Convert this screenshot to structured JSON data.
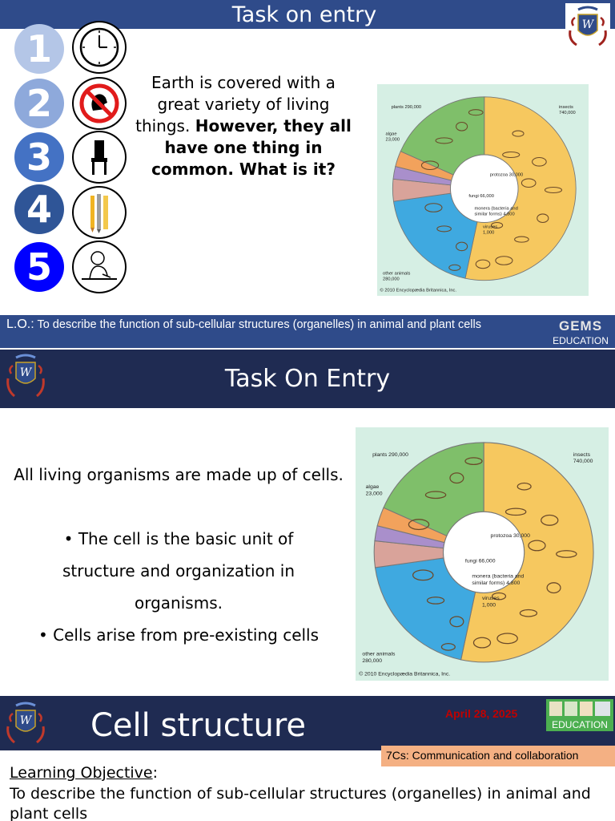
{
  "slide1": {
    "title": "Task on entry",
    "numbers": [
      "1",
      "2",
      "3",
      "4",
      "5"
    ],
    "number_colors": [
      "#b4c6e7",
      "#8ea9db",
      "#4472c4",
      "#2f5597",
      "#0000ff"
    ],
    "icons": [
      "clock-icon",
      "no-talking-icon",
      "chair-icon",
      "pencils-icon",
      "student-writing-icon"
    ],
    "question_plain": "Earth is covered with a great variety of living things.",
    "question_bold": "However, they all have one thing in common. What is it?",
    "lo_prefix": "L.O.:",
    "lo_text": "To describe the function of sub-cellular structures (organelles)  in animal and plant cells",
    "gems_text": "GEMS",
    "gems_sub": "EDUCATION"
  },
  "wheel": {
    "labels": {
      "plants": "plants 290,000",
      "algae_name": "algae",
      "algae_count": "23,000",
      "insects_name": "insects",
      "insects_count": "740,000",
      "protozoa": "protozoa 30,000",
      "fungi": "fungi 66,000",
      "monera_1": "monera (bacteria and",
      "monera_2": "similar forms) 4,800",
      "viruses_name": "viruses",
      "viruses_count": "1,000",
      "other_name": "other animals",
      "other_count": "280,000"
    },
    "credit": "© 2010 Encyclopædia Britannica, Inc.",
    "colors": {
      "plants": "#7fbf6a",
      "insects": "#f6c85f",
      "other": "#3fa9e0",
      "algae": "#f2a25c",
      "protozoa": "#a98fcb",
      "fungi": "#d9a39a",
      "background": "#d6efe4"
    }
  },
  "slide2": {
    "title": "Task On Entry",
    "line1": "All living organisms are made up of cells.",
    "bullet1": "The cell is the basic unit of structure and organization in organisms.",
    "bullet2": "Cells arise from pre-existing cells"
  },
  "slide3": {
    "title": "Cell structure",
    "date": "April 28, 2025",
    "gems_sub": "EDUCATION",
    "seven_cs": "7Cs: Communication and collaboration",
    "lo_label": "Learning Objective",
    "lo_colon": ":",
    "lo_body": "To describe the function of sub-cellular structures (organelles)  in animal and plant cells"
  }
}
